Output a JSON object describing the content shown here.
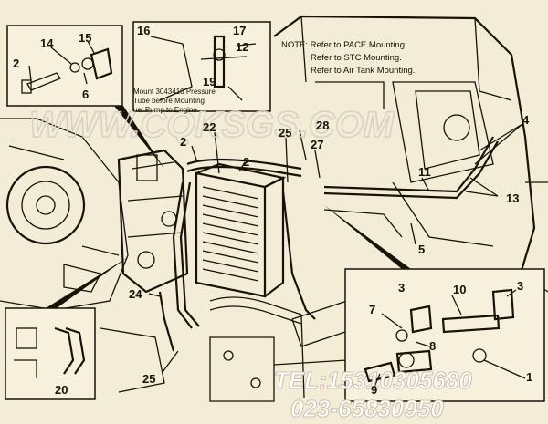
{
  "note": {
    "line1": "NOTE: Refer to PACE Mounting.",
    "line2": "Refer to STC Mounting.",
    "line3": "Refer to Air Tank Mounting."
  },
  "mount_note": {
    "line1": "Mount 3043410 Pressure",
    "line2": "Tube before Mounting",
    "line3": "uel Pump to Engine"
  },
  "watermark": {
    "site": "WWW.CQKSGS.COM",
    "tel": "TEL:15310305680",
    "phone": "023-65830950"
  },
  "callouts": {
    "c14": "14",
    "c15": "15",
    "c2a": "2",
    "c6": "6",
    "c16": "16",
    "c17": "17",
    "c12": "12",
    "c19": "19",
    "c2b": "2",
    "c22": "22",
    "c2c": "2",
    "c25a": "25",
    "c28": "28",
    "c27": "27",
    "c4": "4",
    "c11": "11",
    "c13": "13",
    "c5": "5",
    "c24": "24",
    "c25b": "25",
    "c20": "20",
    "c3a": "3",
    "c10": "10",
    "c3b": "3",
    "c7": "7",
    "c8": "8",
    "c9": "9",
    "c1": "1"
  }
}
